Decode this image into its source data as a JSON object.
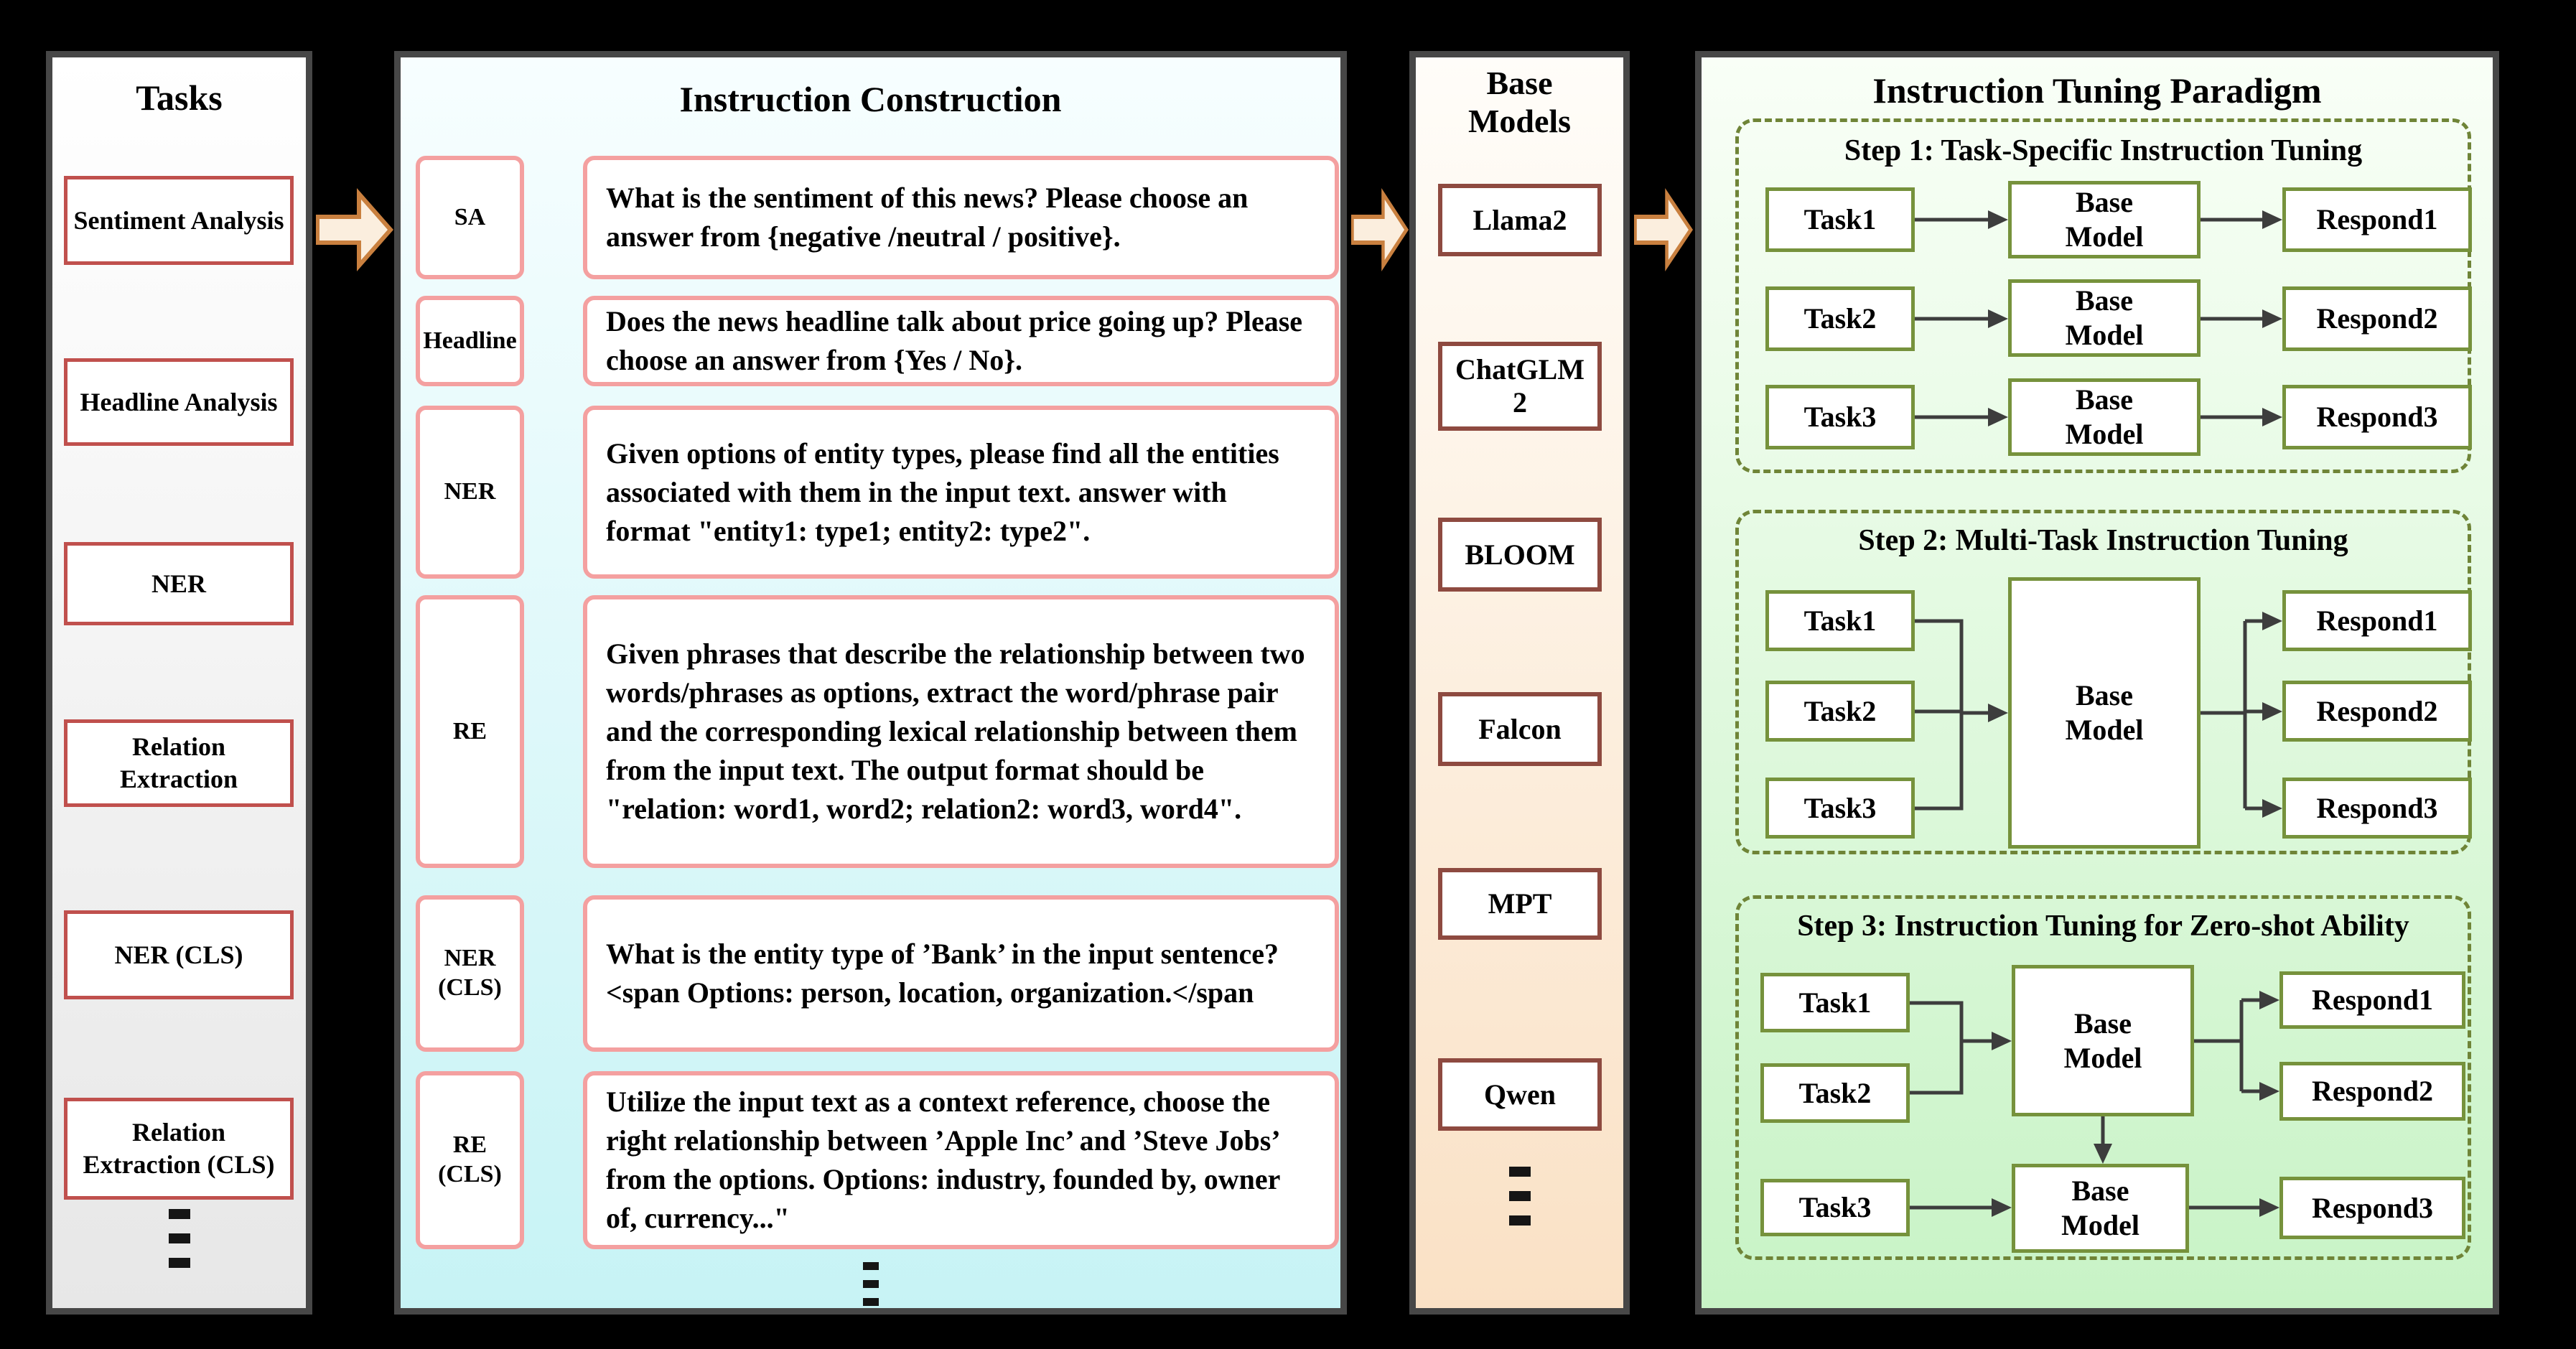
{
  "colors": {
    "tasks_box_border": "#c0504d",
    "instruction_box_border": "#f4a0a0",
    "base_model_box_border": "#8e4a40",
    "paradigm_box_border": "#76923c",
    "paradigm_dash_border": "#6f8437",
    "block_arrow_fill": "#fbeede",
    "block_arrow_border": "#c9803f",
    "connector_color": "#3d3d3d"
  },
  "tasks_panel": {
    "title": "Tasks",
    "items": [
      "Sentiment Analysis",
      "Headline Analysis",
      "NER",
      "Relation Extraction",
      "NER (CLS)",
      "Relation Extraction (CLS)"
    ]
  },
  "instruction_panel": {
    "title": "Instruction Construction",
    "rows": [
      {
        "label": "SA",
        "text": "What is the sentiment of this news? Please choose an answer from {negative /neutral / positive}."
      },
      {
        "label": "Headline",
        "text": "Does the news headline talk about price going up? Please choose an answer from {Yes / No}."
      },
      {
        "label": "NER",
        "text": "Given options of entity types, please find all the entities associated with them in the input text. answer with format \"entity1: type1; entity2: type2\"."
      },
      {
        "label": "RE",
        "text": "Given phrases that describe the relationship between two words/phrases as options, extract the word/phrase pair and the corresponding lexical relationship between them from the input text. The output format should be \"relation: word1, word2; relation2: word3, word4\"."
      },
      {
        "label": "NER (CLS)",
        "text": "What is the entity type of ’Bank’ in the input sentence?<span Options: person, location, organization.</span"
      },
      {
        "label": "RE (CLS)",
        "text": "Utilize the input text as a context reference, choose the right relationship between ’Apple Inc’ and ’Steve Jobs’ from the options. Options: industry, founded by, owner of, currency...\""
      }
    ]
  },
  "base_models_panel": {
    "title": "Base Models",
    "items": [
      "Llama2",
      "ChatGLM2",
      "BLOOM",
      "Falcon",
      "MPT",
      "Qwen"
    ]
  },
  "paradigm_panel": {
    "title": "Instruction Tuning Paradigm",
    "steps": [
      {
        "title": "Step 1: Task-Specific Instruction Tuning",
        "tasks": [
          "Task1",
          "Task2",
          "Task3"
        ],
        "model": "Base Model",
        "responds": [
          "Respond1",
          "Respond2",
          "Respond3"
        ]
      },
      {
        "title": "Step 2: Multi-Task Instruction Tuning",
        "tasks": [
          "Task1",
          "Task2",
          "Task3"
        ],
        "model": "Base Model",
        "responds": [
          "Respond1",
          "Respond2",
          "Respond3"
        ]
      },
      {
        "title": "Step 3: Instruction Tuning for Zero-shot Ability",
        "tasks": [
          "Task1",
          "Task2",
          "Task3"
        ],
        "model": "Base Model",
        "responds": [
          "Respond1",
          "Respond2",
          "Respond3"
        ]
      }
    ]
  }
}
